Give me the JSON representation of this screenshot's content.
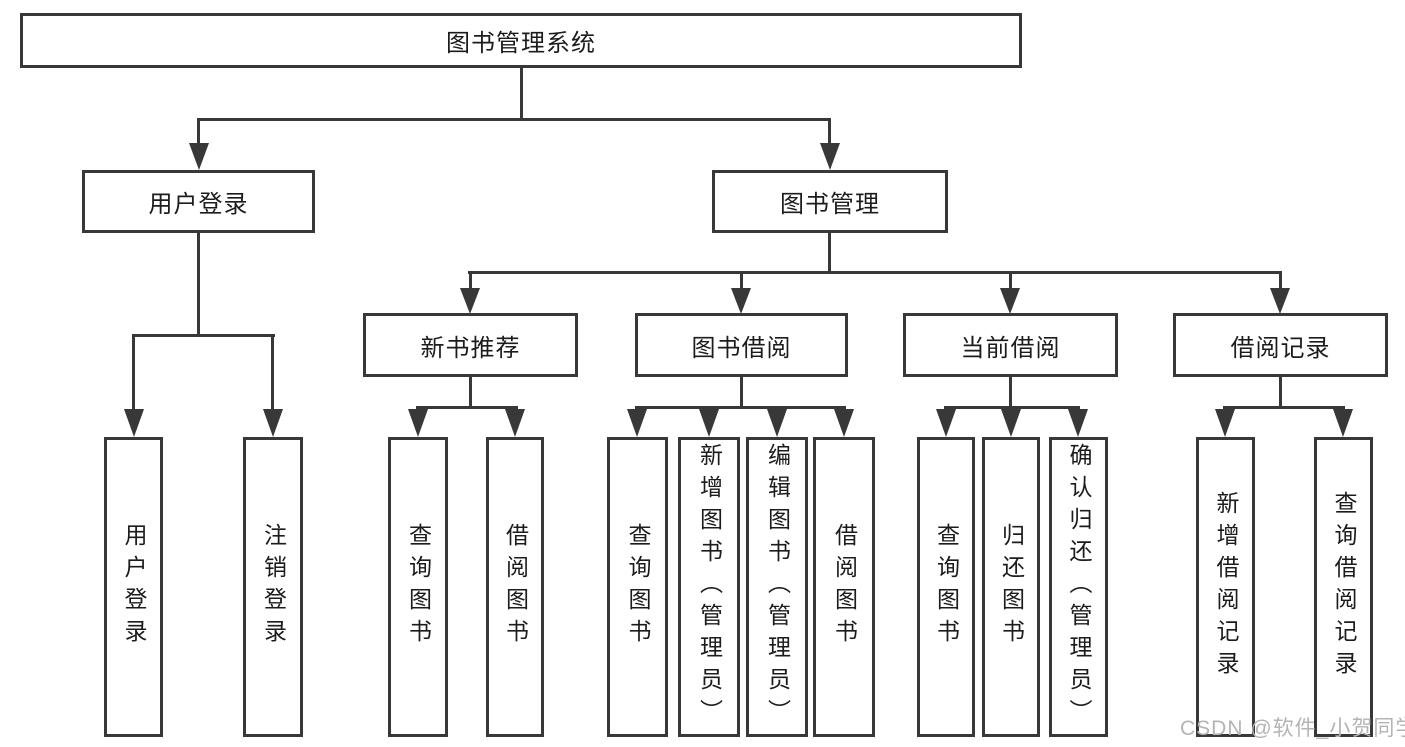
{
  "tree": {
    "root": "图书管理系统",
    "branches": [
      {
        "label": "用户登录",
        "children": [
          "用户登录",
          "注销登录"
        ]
      },
      {
        "label": "图书管理",
        "groups": [
          {
            "label": "新书推荐",
            "children": [
              "查询图书",
              "借阅图书"
            ]
          },
          {
            "label": "图书借阅",
            "children": [
              "查询图书",
              "新增图书（管理员）",
              "编辑图书（管理员）",
              "借阅图书"
            ]
          },
          {
            "label": "当前借阅",
            "children": [
              "查询图书",
              "归还图书",
              "确认归还（管理员）"
            ]
          },
          {
            "label": "借阅记录",
            "children": [
              "新增借阅记录",
              "查询借阅记录"
            ]
          }
        ]
      }
    ]
  },
  "watermark": "CSDN @软件_小贺同学",
  "colors": {
    "line": "#383838",
    "text": "#1c1c1c",
    "watermark": "#b4b4b4"
  }
}
